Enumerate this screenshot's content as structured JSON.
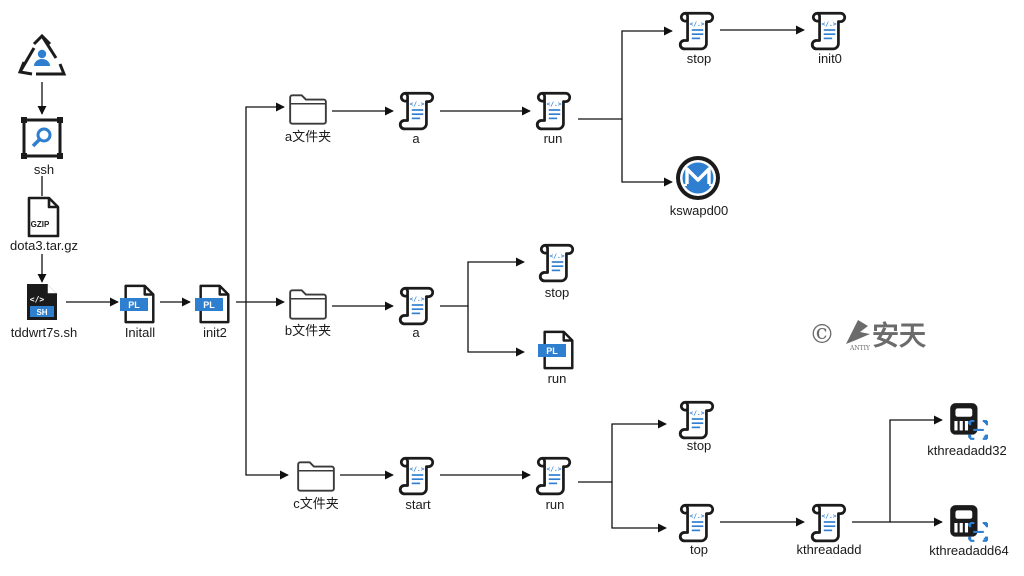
{
  "colors": {
    "line": "#111111",
    "accent": "#2f7fd0",
    "icon_dark": "#1b1b1b",
    "watermark": "#6b6b6b"
  },
  "nodes": {
    "threat_actor": {
      "icon": "recycle-user-icon",
      "label": ""
    },
    "ssh": {
      "icon": "search-window-icon",
      "label": "ssh"
    },
    "gzip": {
      "icon": "gzip-file-icon",
      "badge": "GZIP",
      "label": "dota3.tar.gz"
    },
    "shfile": {
      "icon": "shell-script-file-icon",
      "badge": "SH",
      "label": "tddwrt7s.sh"
    },
    "initall": {
      "icon": "perl-file-icon",
      "badge": "PL",
      "label": "Initall"
    },
    "init2": {
      "icon": "perl-file-icon",
      "badge": "PL",
      "label": "init2"
    },
    "folder_a": {
      "icon": "folder-icon",
      "label": "a文件夹"
    },
    "folder_b": {
      "icon": "folder-icon",
      "label": "b文件夹"
    },
    "folder_c": {
      "icon": "folder-icon",
      "label": "c文件夹"
    },
    "a_a": {
      "icon": "script-icon",
      "label": "a"
    },
    "a_run": {
      "icon": "script-icon",
      "label": "run"
    },
    "a_stop": {
      "icon": "script-icon",
      "label": "stop"
    },
    "a_init0": {
      "icon": "script-icon",
      "label": "init0"
    },
    "kswapd": {
      "icon": "monero-icon",
      "label": "kswapd00"
    },
    "b_a": {
      "icon": "script-icon",
      "label": "a"
    },
    "b_stop": {
      "icon": "script-icon",
      "label": "stop"
    },
    "b_run": {
      "icon": "perl-file-icon",
      "badge": "PL",
      "label": "run"
    },
    "c_start": {
      "icon": "script-icon",
      "label": "start"
    },
    "c_run": {
      "icon": "script-icon",
      "label": "run"
    },
    "c_stop": {
      "icon": "script-icon",
      "label": "stop"
    },
    "c_top": {
      "icon": "script-icon",
      "label": "top"
    },
    "kthreadadd": {
      "icon": "script-icon",
      "label": "kthreadadd"
    },
    "kthreadadd32": {
      "icon": "machine-icon",
      "label": "kthreadadd32"
    },
    "kthreadadd64": {
      "icon": "machine-icon",
      "label": "kthreadadd64"
    }
  },
  "watermark": {
    "symbol": "©",
    "brand_small": "ANTIY",
    "brand": "安天"
  }
}
